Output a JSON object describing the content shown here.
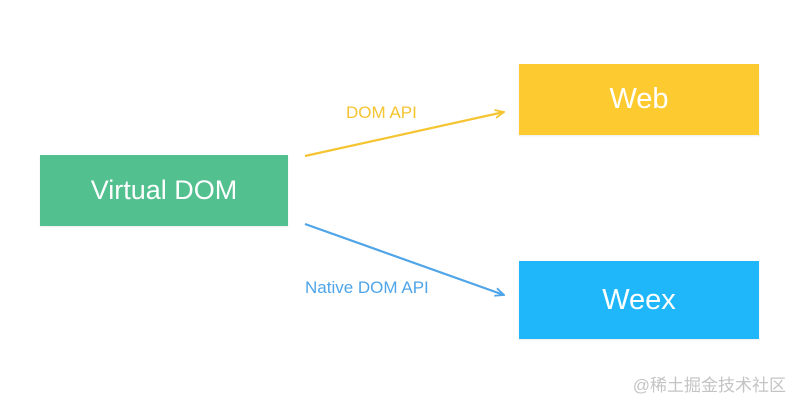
{
  "nodes": {
    "virtual_dom": {
      "label": "Virtual DOM",
      "color": "#52c08f"
    },
    "web": {
      "label": "Web",
      "color": "#fdca30"
    },
    "weex": {
      "label": "Weex",
      "color": "#20b7fa"
    }
  },
  "edges": {
    "dom_api": {
      "label": "DOM API",
      "color": "#f5c431"
    },
    "native_dom_api": {
      "label": "Native DOM API",
      "color": "#4fa5e8"
    }
  },
  "watermark": "@稀土掘金技术社区"
}
